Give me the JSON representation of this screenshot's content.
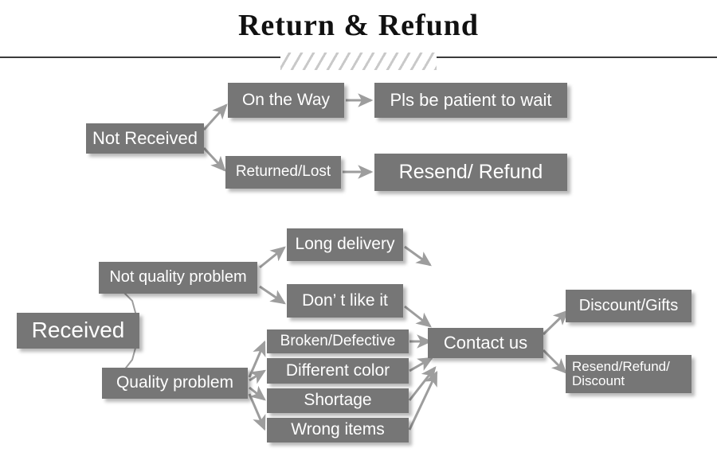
{
  "header": {
    "title": "Return & Refund",
    "divider_icon": "hatched-divider"
  },
  "diagram": {
    "type": "flowchart",
    "box_color": "#767676",
    "text_color": "#ffffff",
    "arrow_color": "#9a9a9a",
    "nodes": {
      "not_received": "Not Received",
      "on_the_way": "On the Way",
      "returned_lost": "Returned/Lost",
      "pls_wait": "Pls be patient to wait",
      "resend_refund": "Resend/ Refund",
      "received": "Received",
      "not_quality_problem": "Not quality problem",
      "quality_problem": "Quality problem",
      "long_delivery": "Long delivery",
      "dont_like_it": "Don’  t like it",
      "broken_defective": "Broken/Defective",
      "different_color": "Different color",
      "shortage": "Shortage",
      "wrong_items": "Wrong items",
      "contact_us": "Contact us",
      "discount_gifts": "Discount/Gifts",
      "resend_refund_discount": "Resend/Refund/\nDiscount"
    },
    "edges": [
      {
        "from": "not_received",
        "to": "on_the_way"
      },
      {
        "from": "not_received",
        "to": "returned_lost"
      },
      {
        "from": "on_the_way",
        "to": "pls_wait"
      },
      {
        "from": "returned_lost",
        "to": "resend_refund"
      },
      {
        "from": "received",
        "to": "not_quality_problem"
      },
      {
        "from": "received",
        "to": "quality_problem"
      },
      {
        "from": "not_quality_problem",
        "to": "long_delivery"
      },
      {
        "from": "not_quality_problem",
        "to": "dont_like_it"
      },
      {
        "from": "quality_problem",
        "to": "broken_defective"
      },
      {
        "from": "quality_problem",
        "to": "different_color"
      },
      {
        "from": "quality_problem",
        "to": "shortage"
      },
      {
        "from": "quality_problem",
        "to": "wrong_items"
      },
      {
        "from": "long_delivery",
        "to": "contact_us"
      },
      {
        "from": "dont_like_it",
        "to": "contact_us"
      },
      {
        "from": "broken_defective",
        "to": "contact_us"
      },
      {
        "from": "different_color",
        "to": "contact_us"
      },
      {
        "from": "shortage",
        "to": "contact_us"
      },
      {
        "from": "wrong_items",
        "to": "contact_us"
      },
      {
        "from": "contact_us",
        "to": "discount_gifts"
      },
      {
        "from": "contact_us",
        "to": "resend_refund_discount"
      }
    ]
  }
}
